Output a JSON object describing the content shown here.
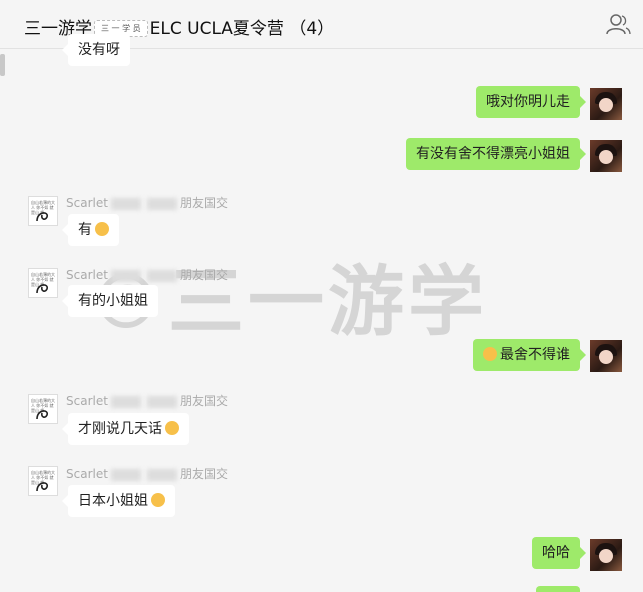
{
  "header": {
    "title_prefix": "三一游学",
    "title_sticker": "三 一 学 员",
    "title_suffix": "ELC UCLA夏令营",
    "member_count": "（4）"
  },
  "watermark": "©三一游学",
  "messages": [
    {
      "side": "left",
      "text": "没有呀"
    },
    {
      "side": "right",
      "text": "哦对你明儿走"
    },
    {
      "side": "right",
      "text": "有没有舍不得漂亮小姐姐"
    },
    {
      "side": "left",
      "sender_prefix": "Scarlet",
      "sender_suffix": "朋友国交",
      "text": "有"
    },
    {
      "side": "left",
      "sender_prefix": "Scarlet",
      "sender_suffix": "朋友国交",
      "text": "有的小姐姐"
    },
    {
      "side": "right",
      "text": "最舍不得谁"
    },
    {
      "side": "left",
      "sender_prefix": "Scarlet",
      "sender_suffix": "朋友国交",
      "text": "才刚说几天话"
    },
    {
      "side": "left",
      "sender_prefix": "Scarlet",
      "sender_suffix": "朋友国交",
      "text": "日本小姐姐"
    },
    {
      "side": "right",
      "text": "哈哈"
    }
  ],
  "icons": {
    "contact": "person-icon",
    "emoji": "smiley-icon",
    "avatar_left_caption": "自山若薄的大人 你不如 就是山 峰"
  }
}
